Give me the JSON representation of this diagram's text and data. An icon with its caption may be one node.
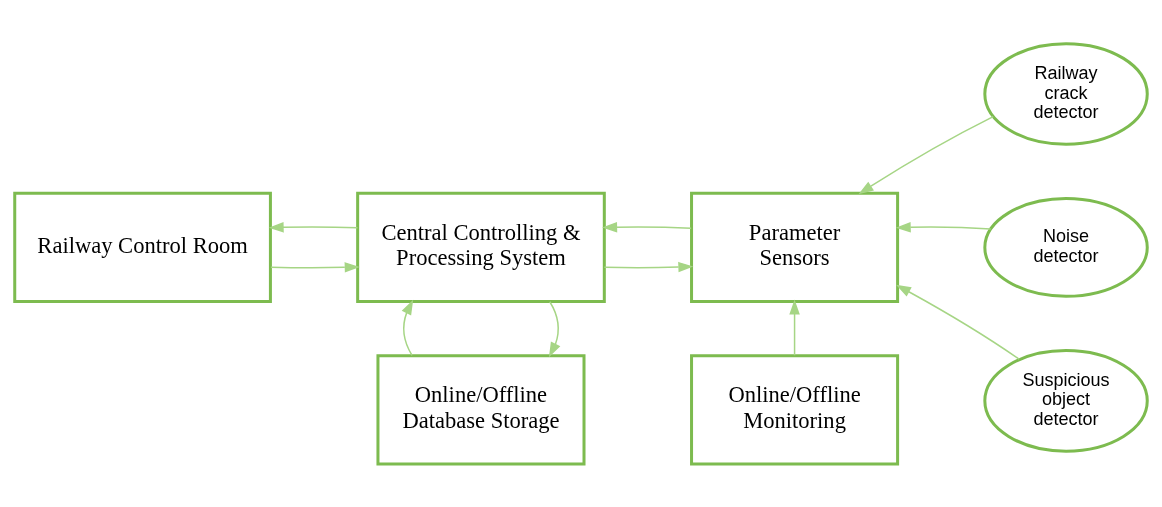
{
  "diagram": {
    "nodes": [
      {
        "text": [
          "Railway Control Room"
        ]
      },
      {
        "text": [
          "Central Controlling & Processing System"
        ]
      },
      {
        "text": [
          "Parameter Sensors"
        ]
      },
      {
        "text": [
          "Railway crack detector"
        ]
      },
      {
        "text": [
          "Noise detector"
        ]
      },
      {
        "text": [
          "Suspicious object detector"
        ]
      },
      {
        "text": [
          "Online/Offline Database Storage"
        ]
      },
      {
        "text": [
          "Online/Offline Monitoring"
        ]
      }
    ],
    "edges": [
      {
        "from": 0,
        "to": 1,
        "arrow": "to"
      },
      {
        "from": 1,
        "to": 0,
        "arrow": "to"
      },
      {
        "from": 1,
        "to": 2,
        "arrow": "to"
      },
      {
        "from": 2,
        "to": 1,
        "arrow": "to"
      },
      {
        "from": 3,
        "to": 2,
        "arrow": "to"
      },
      {
        "from": 4,
        "to": 2,
        "arrow": "to"
      },
      {
        "from": 5,
        "to": 2,
        "arrow": "to"
      },
      {
        "from": 1,
        "to": 6,
        "arrow": "to"
      },
      {
        "from": 6,
        "to": 1,
        "arrow": "to"
      },
      {
        "from": 7,
        "to": 2,
        "arrow": "to"
      }
    ]
  }
}
